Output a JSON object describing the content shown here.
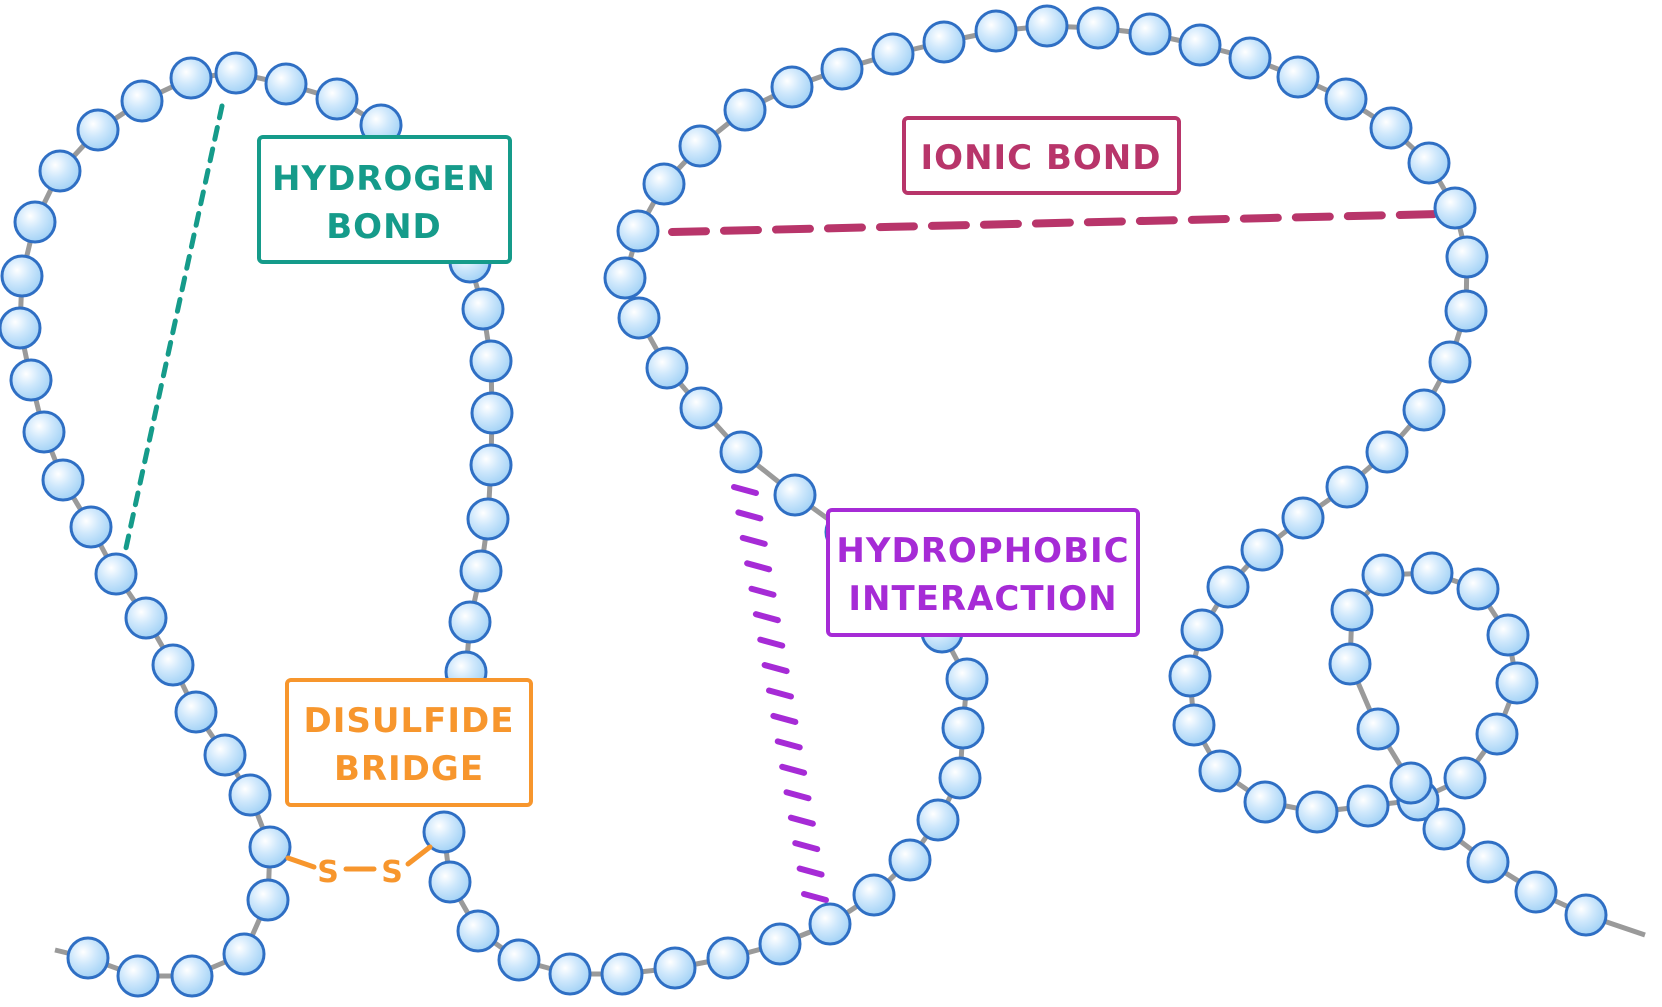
{
  "colors": {
    "bead_fill": "#bfe1fb",
    "bead_stroke": "#2f6fc4",
    "backbone": "#9a9a9a",
    "hydrogen": "#159b8a",
    "ionic": "#b8356a",
    "hydrophobic": "#a62bd6",
    "disulfide": "#f7962d"
  },
  "labels": {
    "hydrogen_line1": "HYDROGEN",
    "hydrogen_line2": "BOND",
    "ionic": "IONIC BOND",
    "hydrophobic_line1": "HYDROPHOBIC",
    "hydrophobic_line2": "INTERACTION",
    "disulfide_line1": "DISULFIDE",
    "disulfide_line2": "BRIDGE",
    "sulfur_1": "S",
    "sulfur_2": "S"
  }
}
